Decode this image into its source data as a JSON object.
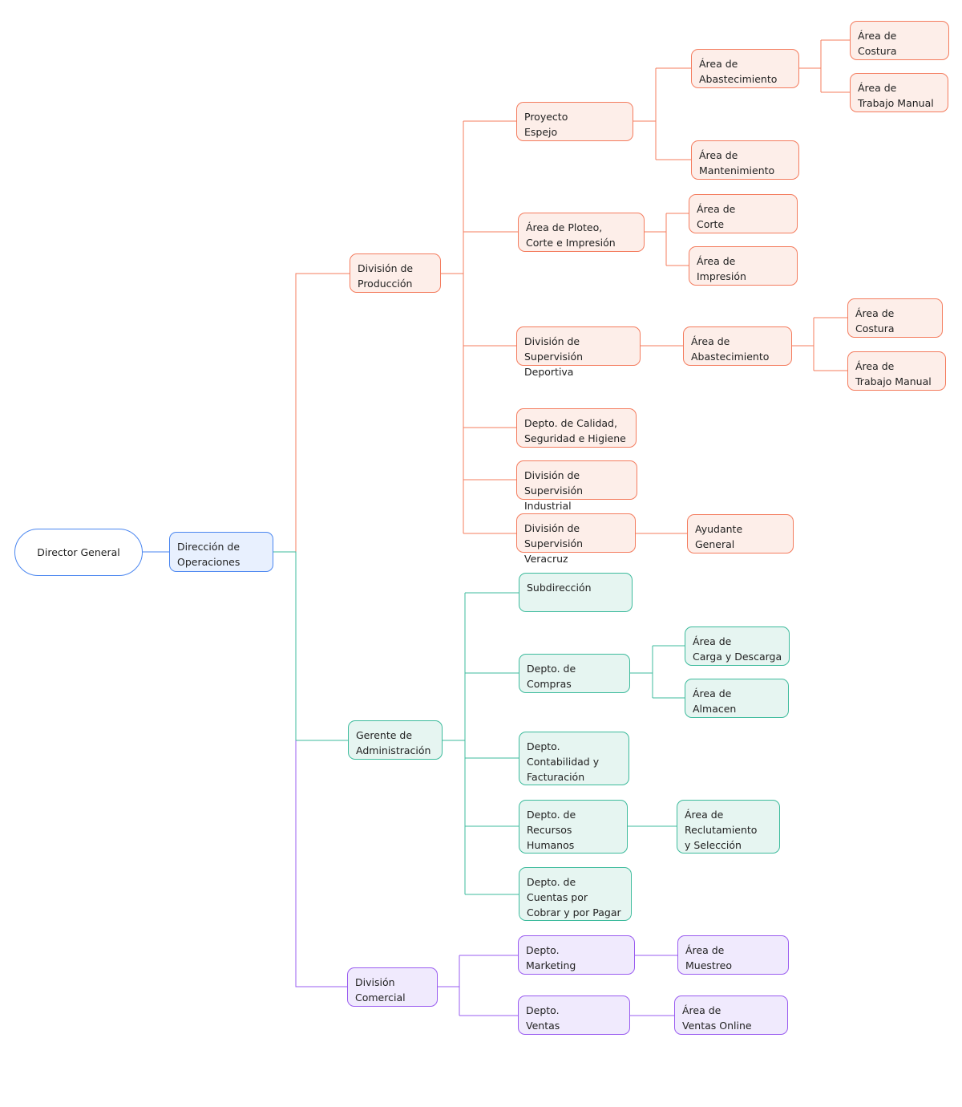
{
  "root": "Director General",
  "operaciones": "Dirección de\nOperaciones",
  "produccion": {
    "label": "División de\nProducción",
    "proyecto_espejo": "Proyecto\nEspejo",
    "abastecimiento_1": "Área de\nAbastecimiento",
    "costura_1": "Área de\nCostura",
    "trabajo_manual_1": "Área de\nTrabajo Manual",
    "mantenimiento": "Área de\nMantenimiento",
    "ploteo": "Área de Ploteo,\nCorte e Impresión",
    "corte": "Área de\nCorte",
    "impresion": "Área de\nImpresión",
    "sup_deportiva": "División de\nSupervisión Deportiva",
    "abastecimiento_2": "Área de\nAbastecimiento",
    "costura_2": "Área de\nCostura",
    "trabajo_manual_2": "Área de\nTrabajo Manual",
    "calidad": "Depto. de Calidad,\nSeguridad e Higiene",
    "sup_industrial": "División de\nSupervisión Industrial",
    "sup_veracruz": "División de\nSupervisión Veracruz",
    "ayudante": "Ayudante\nGeneral"
  },
  "administracion": {
    "label": "Gerente de\nAdministración",
    "subdireccion": "Subdirección",
    "compras": "Depto. de\nCompras",
    "carga": "Área de\nCarga y Descarga",
    "almacen": "Área de\nAlmacen",
    "contabilidad": "Depto.\nContabilidad y\nFacturación",
    "rrhh": "Depto. de\nRecursos\nHumanos",
    "reclutamiento": "Área de\nReclutamiento\ny Selección",
    "cuentas": "Depto. de\nCuentas por\nCobrar y por Pagar"
  },
  "comercial": {
    "label": "División\nComercial",
    "marketing": "Depto.\nMarketing",
    "muestreo": "Área de\nMuestreo",
    "ventas": "Depto.\nVentas",
    "ventas_online": "Área de\nVentas Online"
  },
  "colors": {
    "produccion": "#f47c5e",
    "administracion": "#3dbb9c",
    "comercial": "#9a5cf0",
    "operaciones": "#4a86f0"
  }
}
